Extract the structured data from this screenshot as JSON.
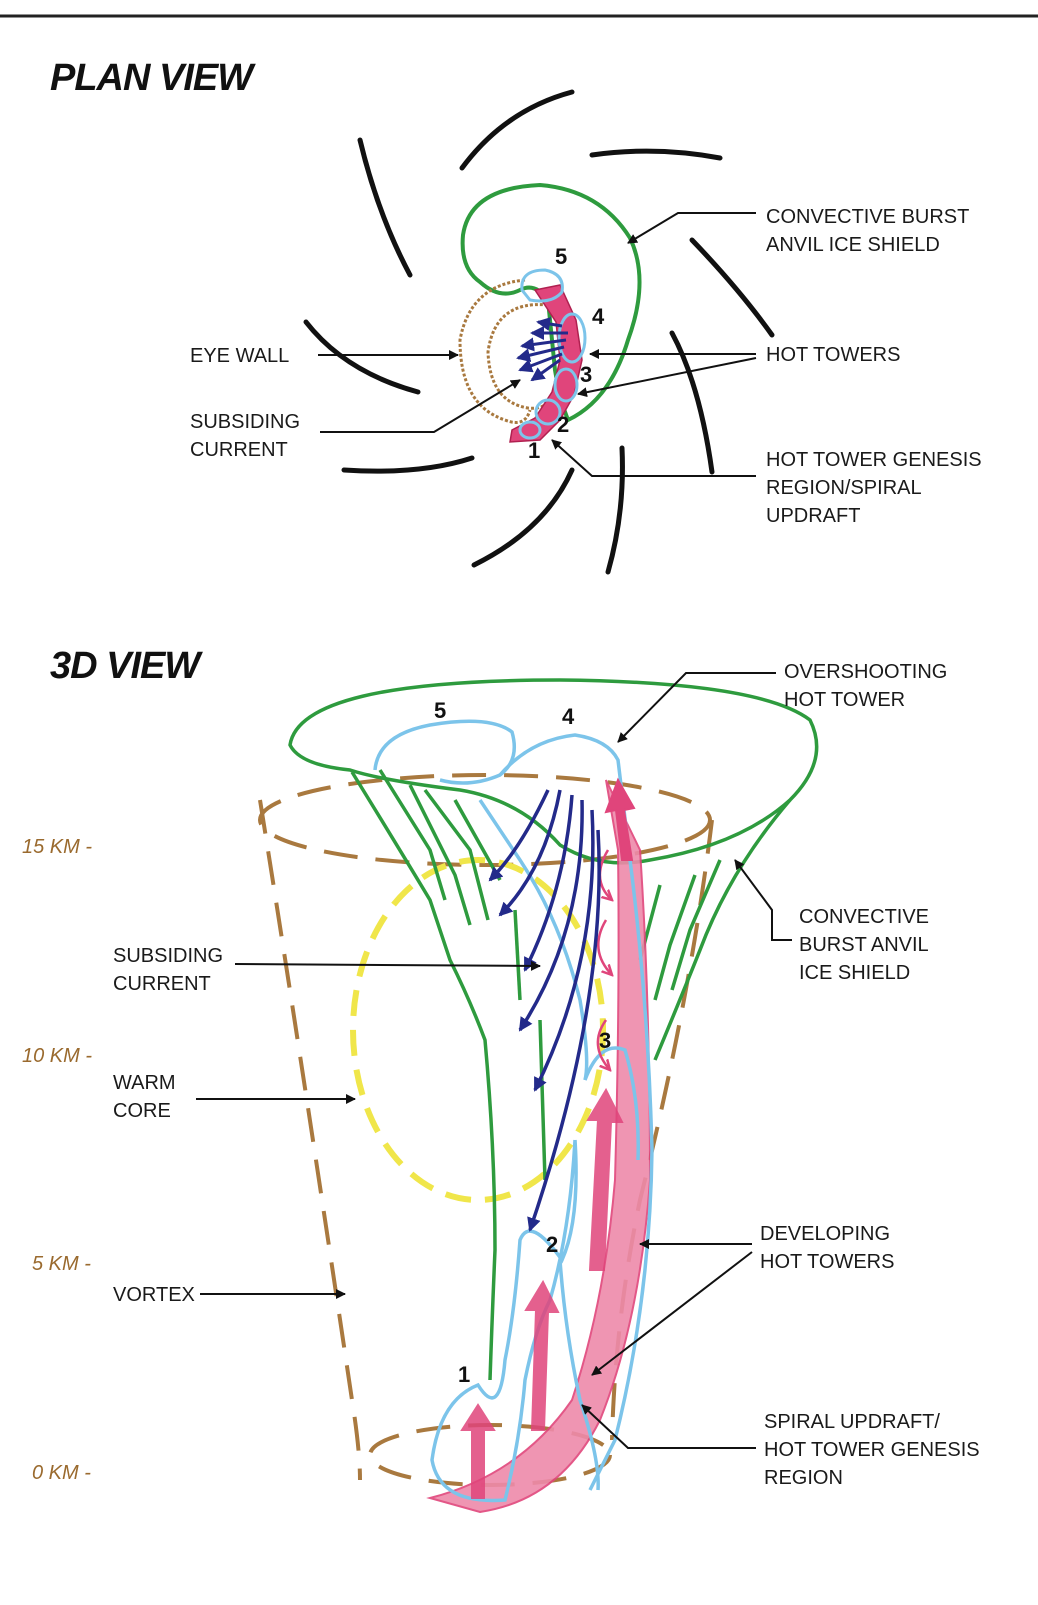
{
  "titles": {
    "plan": "PLAN VIEW",
    "three_d": "3D VIEW"
  },
  "plan": {
    "labels": {
      "convective_burst": [
        "CONVECTIVE BURST",
        "ANVIL ICE SHIELD"
      ],
      "eye_wall": [
        "EYE WALL"
      ],
      "hot_towers": [
        "HOT TOWERS"
      ],
      "subsiding_current": [
        "SUBSIDING",
        "CURRENT"
      ],
      "genesis": [
        "HOT TOWER GENESIS",
        "REGION/SPIRAL",
        "UPDRAFT"
      ]
    },
    "tower_numbers": [
      "1",
      "2",
      "3",
      "4",
      "5"
    ]
  },
  "three_d": {
    "labels": {
      "overshooting": [
        "OVERSHOOTING",
        "HOT TOWER"
      ],
      "convective_burst": [
        "CONVECTIVE",
        "BURST ANVIL",
        "ICE SHIELD"
      ],
      "subsiding_current": [
        "SUBSIDING",
        "CURRENT"
      ],
      "warm_core": [
        "WARM",
        "CORE"
      ],
      "developing": [
        "DEVELOPING",
        "HOT TOWERS"
      ],
      "vortex": [
        "VORTEX"
      ],
      "spiral_updraft": [
        "SPIRAL UPDRAFT/",
        "HOT TOWER GENESIS",
        "REGION"
      ]
    },
    "tower_numbers": [
      "1",
      "2",
      "3",
      "4",
      "5"
    ],
    "altitude_labels": [
      "15 KM -",
      "10 KM -",
      "5 KM -",
      "0 KM -"
    ]
  },
  "colors": {
    "anvil": "#2e9b3e",
    "hot_tower": "#7cc4ea",
    "updraft": "#e0457b",
    "updraft_fill": "#ee8aaa",
    "subsiding": "#232a8a",
    "eye_wall": "#a9793f",
    "warm_core": "#f0e64a",
    "altitude": "#9a6a2e"
  }
}
